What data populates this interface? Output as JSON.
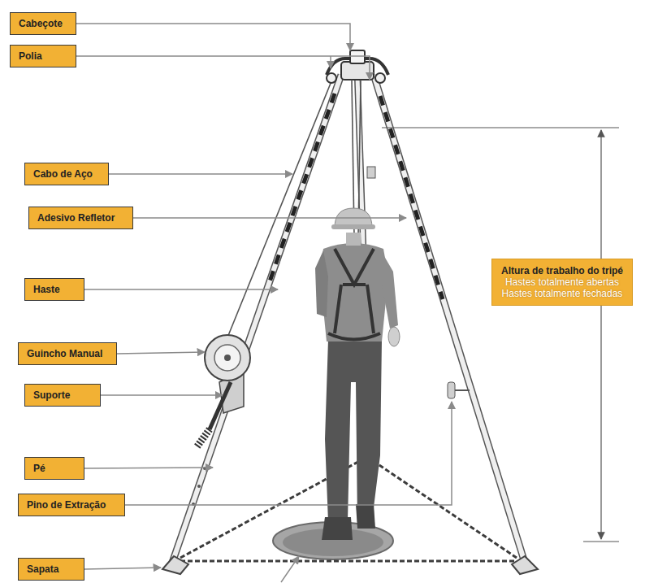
{
  "diagram": {
    "nodes": [
      {
        "text": [
          "Cabeçote"
        ]
      },
      {
        "text": [
          "Polia"
        ]
      },
      {
        "text": [
          "Cabo de Aço"
        ]
      },
      {
        "text": [
          "Adesivo Refletor"
        ]
      },
      {
        "text": [
          "Altura de trabalho do tripé",
          "Hastes totalmente abertas",
          "Hastes totalmente fechadas"
        ]
      },
      {
        "text": [
          "Haste"
        ]
      },
      {
        "text": [
          "Guincho Manual"
        ]
      },
      {
        "text": [
          "Suporte"
        ]
      },
      {
        "text": [
          "Pé"
        ]
      },
      {
        "text": [
          "Pino de Extração"
        ]
      },
      {
        "text": [
          "Sapata"
        ]
      }
    ]
  }
}
